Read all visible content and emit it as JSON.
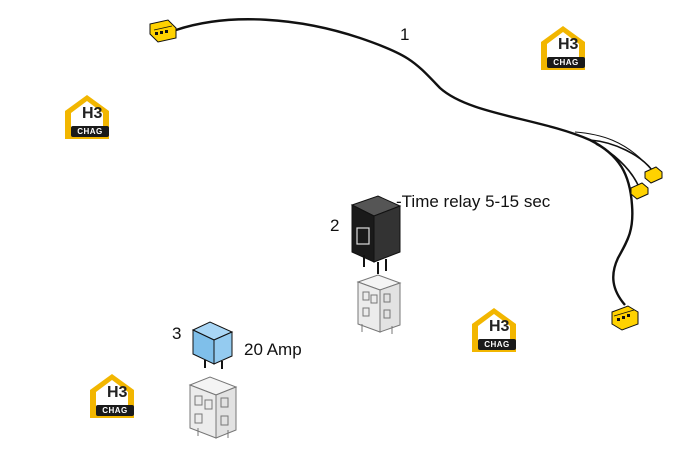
{
  "diagram": {
    "callouts": [
      {
        "number": "1",
        "text": ""
      },
      {
        "number": "2",
        "text": "-Time relay 5-15 sec"
      },
      {
        "number": "3",
        "text": "20 Amp"
      }
    ]
  },
  "watermark": {
    "brand": "CHAG",
    "mark": "H3"
  },
  "colors": {
    "wire": "#111111",
    "connector": "#ffd200",
    "relay_time": "#1a1a1a",
    "relay_fuse": "#8ec8f0",
    "logo_yellow": "#f2b600"
  }
}
